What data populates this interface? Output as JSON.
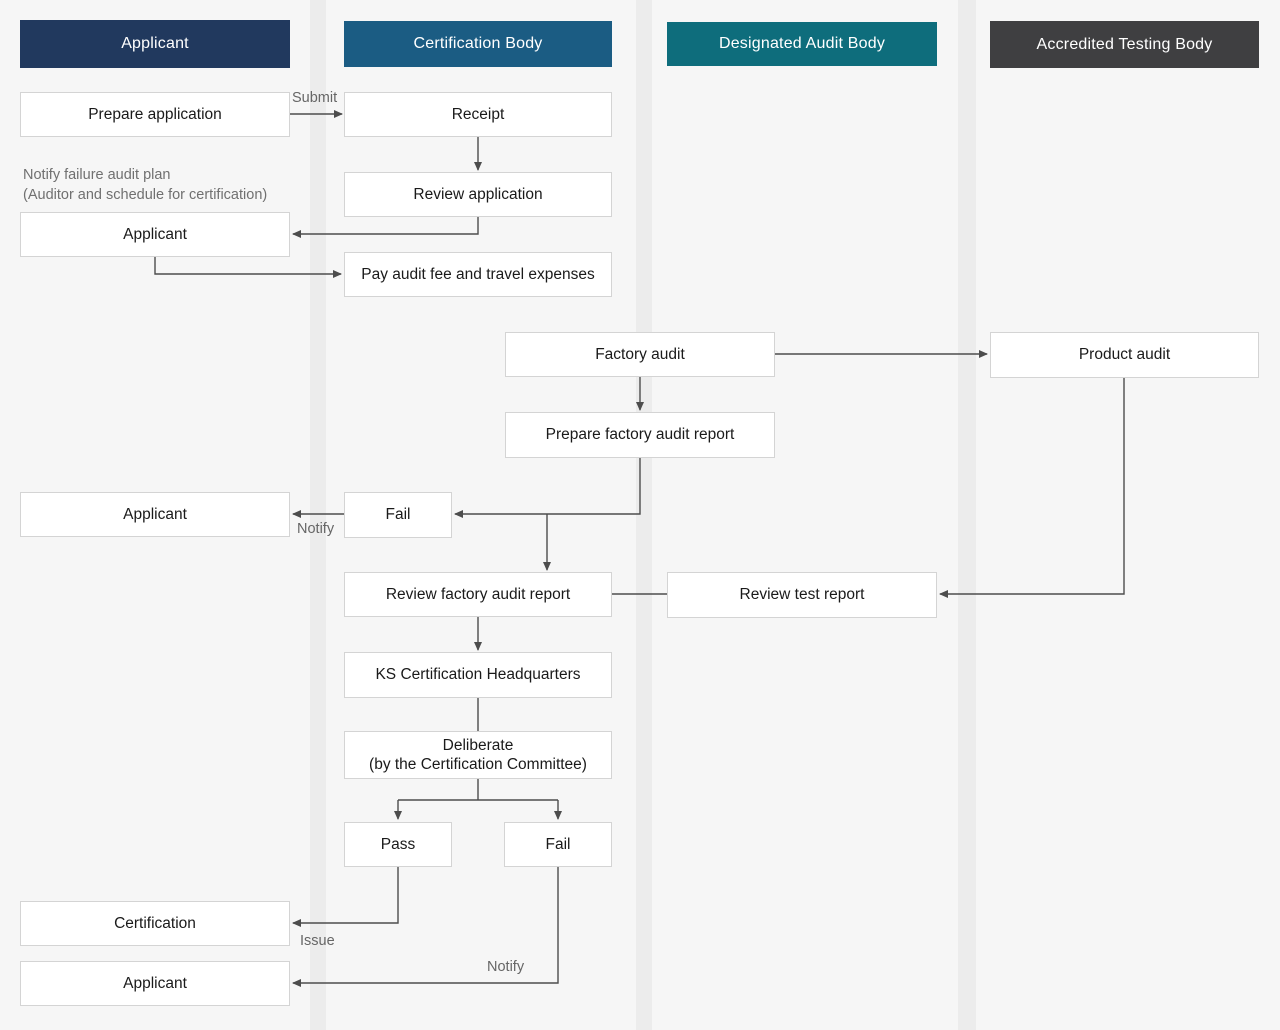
{
  "diagram": {
    "lanes": [
      {
        "label": "Applicant",
        "color": "#21395e"
      },
      {
        "label": "Certification Body",
        "color": "#1b5c83"
      },
      {
        "label": "Designated Audit Body",
        "color": "#0e6d7c"
      },
      {
        "label": "Accredited Testing Body",
        "color": "#3f3f41"
      }
    ],
    "nodes": {
      "prepare_application": "Prepare application",
      "receipt": "Receipt",
      "review_application": "Review application",
      "applicant_notify_plan": "Applicant",
      "pay_audit_fee": "Pay audit fee and travel expenses",
      "factory_audit": "Factory audit",
      "product_audit": "Product audit",
      "prepare_factory_audit_report": "Prepare factory audit report",
      "fail_report": "Fail",
      "applicant_fail_report": "Applicant",
      "review_factory_audit_report": "Review factory audit report",
      "review_test_report": "Review test report",
      "ks_certification_headquarters": "KS Certification Headquarters",
      "deliberate_line1": "Deliberate",
      "deliberate_line2": "(by the Certification Committee)",
      "pass": "Pass",
      "fail_deliberation": "Fail",
      "certification": "Certification",
      "applicant_final": "Applicant"
    },
    "edge_labels": {
      "submit": "Submit",
      "notify_report_fail": "Notify",
      "issue": "Issue",
      "notify_deliberation_fail": "Notify"
    },
    "annotation": {
      "line1": "Notify failure audit plan",
      "line2": "(Auditor and schedule for certification)"
    }
  }
}
